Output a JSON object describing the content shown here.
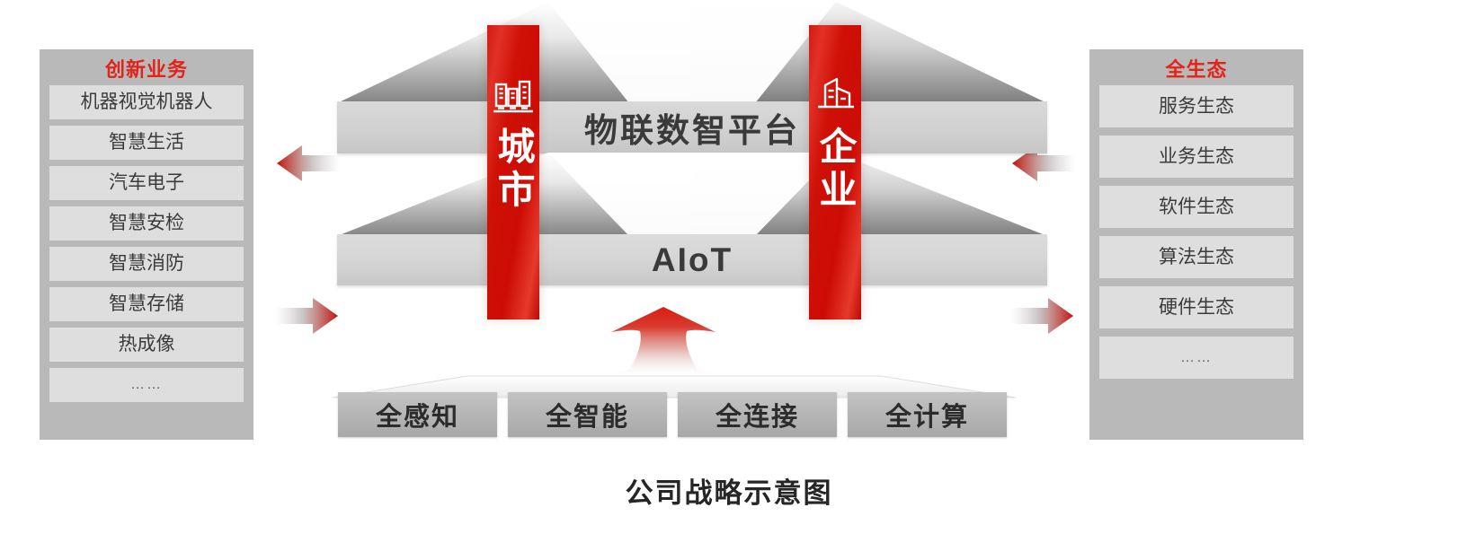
{
  "caption": "公司战略示意图",
  "left_panel": {
    "name": "innovation-business-panel",
    "title": "创新业务",
    "title_color": "#e2231a",
    "items": [
      "机器视觉机器人",
      "智慧生活",
      "汽车电子",
      "智慧安检",
      "智慧消防",
      "智慧存储",
      "热成像",
      "……"
    ]
  },
  "right_panel": {
    "name": "full-ecosystem-panel",
    "title": "全生态",
    "title_color": "#e2231a",
    "items": [
      "服务生态",
      "业务生态",
      "软件生态",
      "算法生态",
      "硬件生态",
      "……"
    ]
  },
  "center": {
    "upper_slab_label": "物联数智平台",
    "lower_slab_label": "AIoT",
    "pillars": [
      {
        "text": "城市",
        "icon": "city-buildings-icon"
      },
      {
        "text": "企业",
        "icon": "office-building-icon"
      }
    ]
  },
  "base": {
    "boxes": [
      "全感知",
      "全智能",
      "全连接",
      "全计算"
    ]
  },
  "arrows": {
    "left_inward": "arrow-left-icon",
    "left_outward": "arrow-right-icon",
    "right_inward": "arrow-left-icon",
    "right_outward": "arrow-right-icon",
    "center_up": "arrow-up-icon"
  },
  "colors": {
    "accent_red": "#cd0d05",
    "title_red": "#e2231a",
    "panel_bg": "#b9b9b9",
    "panel_item_bg": "#dedede",
    "slab_gray": "#d4d4d4",
    "base_box_gray": "#b4b4b4"
  }
}
